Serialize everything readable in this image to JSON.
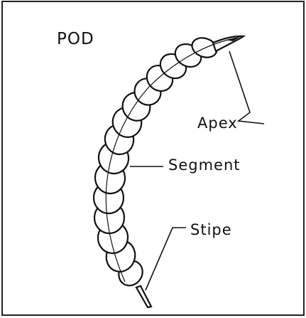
{
  "figure": {
    "title": "POD",
    "labels": {
      "apex": "Apex",
      "segment": "Segment",
      "stipe": "Stipe"
    },
    "colors": {
      "ink": "#111111",
      "paper": "#ffffff"
    }
  }
}
